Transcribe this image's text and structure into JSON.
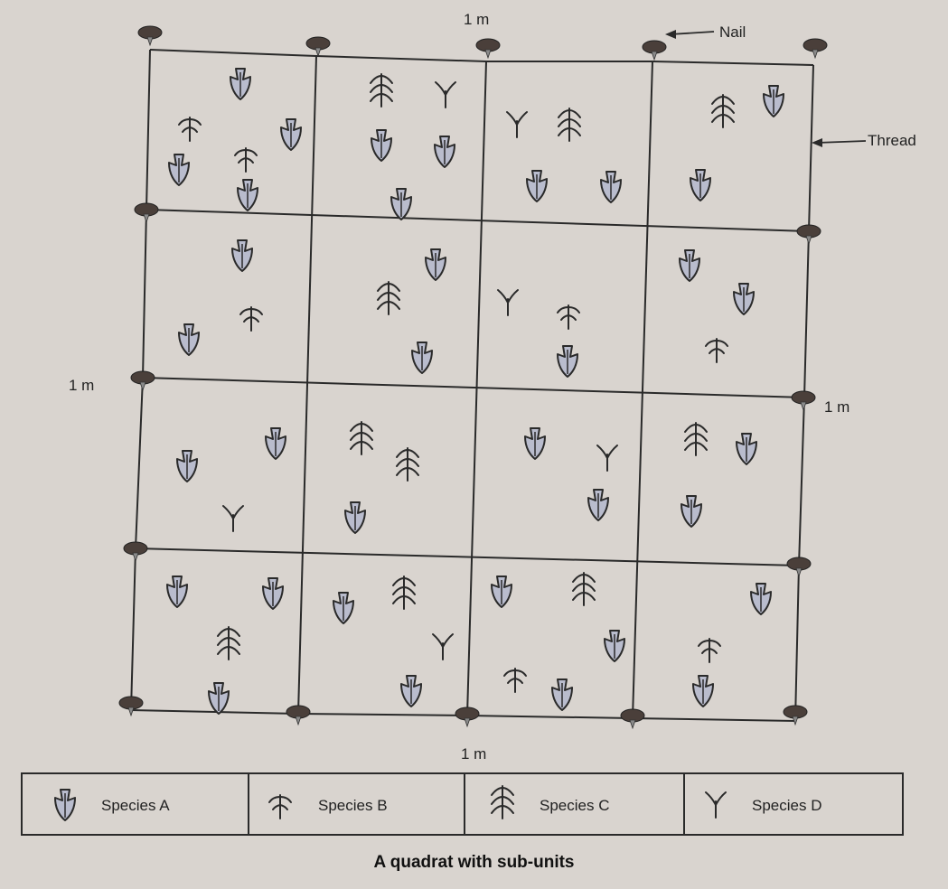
{
  "labels": {
    "top_dimension": "1 m",
    "bottom_dimension": "1 m",
    "left_dimension": "1 m",
    "right_dimension": "1 m",
    "nail": "Nail",
    "thread": "Thread"
  },
  "legend": [
    {
      "icon": "species-a",
      "label": "Species A"
    },
    {
      "icon": "species-b",
      "label": "Species B"
    },
    {
      "icon": "species-c",
      "label": "Species C"
    },
    {
      "icon": "species-d",
      "label": "Species D"
    }
  ],
  "caption": "A quadrat with sub-units",
  "colors": {
    "species_a_fill": "#b9bccd",
    "line": "#2a2a2a",
    "nail": "#4a3f3a",
    "background": "#d9d4cf"
  },
  "grid": {
    "rows": 4,
    "cols": 4
  },
  "cells": [
    {
      "id": "r1c1",
      "species": [
        "A",
        "B",
        "A",
        "A",
        "B",
        "A"
      ]
    },
    {
      "id": "r1c2",
      "species": [
        "C",
        "D",
        "A",
        "A",
        "A"
      ]
    },
    {
      "id": "r1c3",
      "species": [
        "D",
        "C",
        "A",
        "A"
      ]
    },
    {
      "id": "r1c4",
      "species": [
        "C",
        "A",
        "A"
      ]
    },
    {
      "id": "r2c1",
      "species": [
        "A",
        "B",
        "A"
      ]
    },
    {
      "id": "r2c2",
      "species": [
        "C",
        "A",
        "A"
      ]
    },
    {
      "id": "r2c3",
      "species": [
        "D",
        "B",
        "A"
      ]
    },
    {
      "id": "r2c4",
      "species": [
        "A",
        "A",
        "B"
      ]
    },
    {
      "id": "r3c1",
      "species": [
        "A",
        "A",
        "D"
      ]
    },
    {
      "id": "r3c2",
      "species": [
        "C",
        "C",
        "A"
      ]
    },
    {
      "id": "r3c3",
      "species": [
        "A",
        "D",
        "A"
      ]
    },
    {
      "id": "r3c4",
      "species": [
        "C",
        "A",
        "A"
      ]
    },
    {
      "id": "r4c1",
      "species": [
        "A",
        "A",
        "C",
        "A"
      ]
    },
    {
      "id": "r4c2",
      "species": [
        "A",
        "C",
        "D",
        "A"
      ]
    },
    {
      "id": "r4c3",
      "species": [
        "A",
        "C",
        "A",
        "B",
        "A"
      ]
    },
    {
      "id": "r4c4",
      "species": [
        "A",
        "B",
        "A"
      ]
    }
  ]
}
